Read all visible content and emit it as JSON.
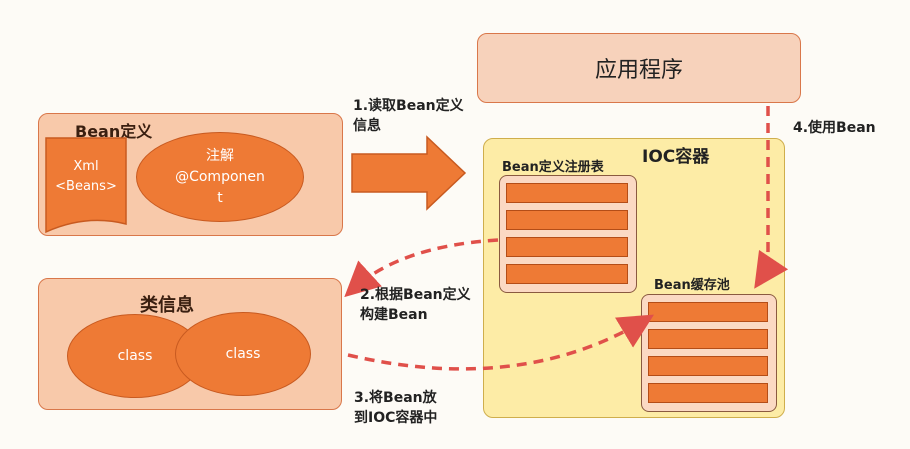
{
  "app_box": {
    "label": "应用程序"
  },
  "bean_definition": {
    "title": "Bean定义",
    "xml_doc": {
      "line1": "Xml",
      "line2": "<Beans>"
    },
    "annotation_oval": {
      "line1": "注解",
      "line2": "@Componen",
      "line3": "t"
    }
  },
  "class_info": {
    "title": "类信息",
    "ovals": [
      "class",
      "class"
    ]
  },
  "ioc_container": {
    "title": "IOC容器",
    "registry": {
      "title": "Bean定义注册表"
    },
    "pool": {
      "title": "Bean缓存池"
    }
  },
  "steps": {
    "step1": {
      "line1": "1.读取Bean定义",
      "line2": "信息"
    },
    "step2": {
      "line1": "2.根据Bean定义",
      "line2": "构建Bean"
    },
    "step3": {
      "line1": "3.将Bean放",
      "line2": "到IOC容器中"
    },
    "step4": {
      "line1": "4.使用Bean"
    }
  },
  "colors": {
    "panel_fill": "#f8c9aa",
    "ioc_fill": "#fdeca6",
    "shape_orange": "#ee7a35",
    "arrow_red": "#e0504a"
  }
}
